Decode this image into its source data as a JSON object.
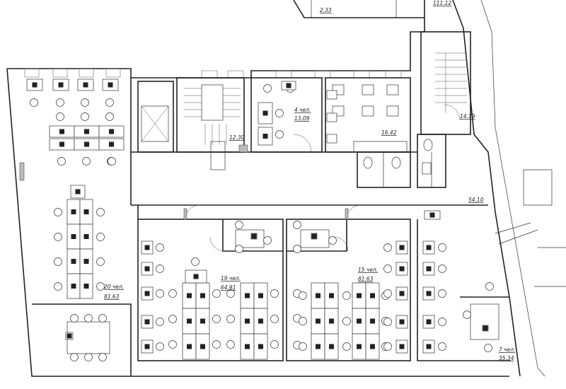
{
  "plan": {
    "rooms": [
      {
        "id": "top-left-area",
        "area": "2.33"
      },
      {
        "id": "top-right-area",
        "area": "111.12"
      },
      {
        "id": "stair-hall",
        "area": "12.30"
      },
      {
        "id": "small-office",
        "people": "4 чел.",
        "area": "13.09"
      },
      {
        "id": "kitchen",
        "area": "16.42"
      },
      {
        "id": "right-stair",
        "area": "14.79"
      },
      {
        "id": "corridor",
        "area": "54.10"
      },
      {
        "id": "open-office-left",
        "people": "20 чел.",
        "area": "81.63"
      },
      {
        "id": "open-office-mid",
        "people": "19 чел.",
        "area": "64.91"
      },
      {
        "id": "open-office-right",
        "people": "15 чел.",
        "area": "81.63"
      },
      {
        "id": "corner-office",
        "people": "7 чел.",
        "area": "35.34"
      }
    ]
  }
}
